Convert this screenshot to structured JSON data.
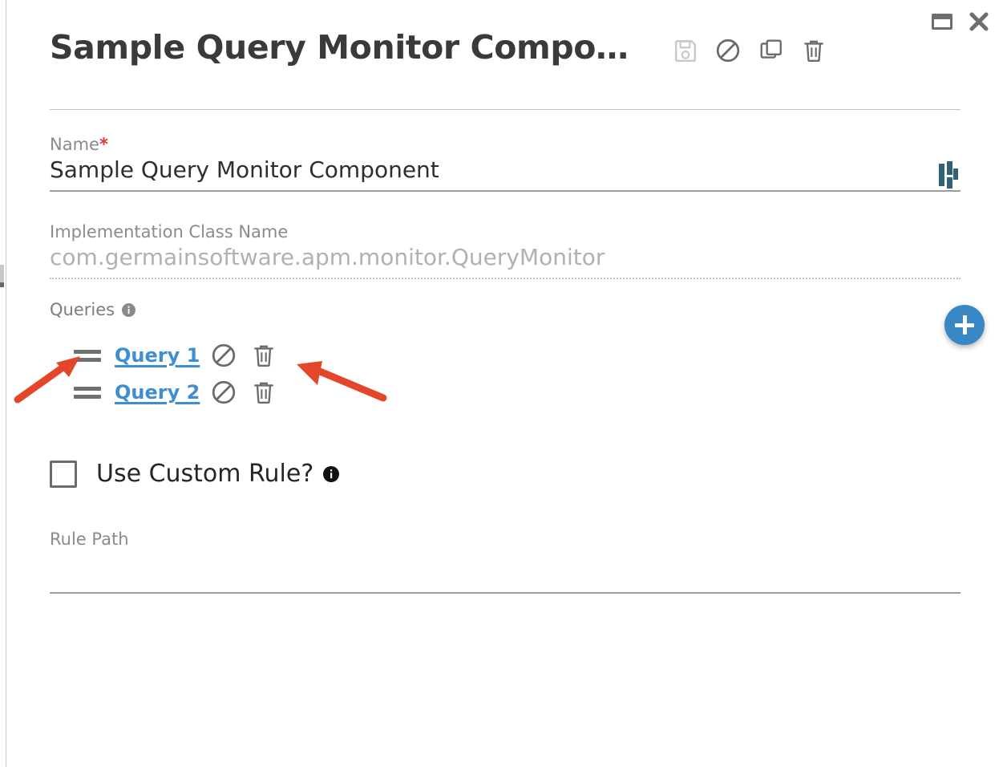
{
  "window": {
    "restore_icon": "window-restore-icon",
    "close_icon": "close-icon"
  },
  "header": {
    "title": "Sample Query Monitor Compo…",
    "title_full": "Sample Query Monitor Component",
    "actions": [
      {
        "name": "save-icon",
        "label": "Save"
      },
      {
        "name": "cancel-icon",
        "label": "Cancel"
      },
      {
        "name": "copy-icon",
        "label": "Copy"
      },
      {
        "name": "delete-icon",
        "label": "Delete"
      }
    ]
  },
  "form": {
    "name": {
      "label": "Name",
      "required_marker": "*",
      "value": "Sample Query Monitor Component",
      "brand_icon": "germain-logo-icon"
    },
    "implementation_class": {
      "label": "Implementation Class Name",
      "value": "com.germainsoftware.apm.monitor.QueryMonitor",
      "disabled": true
    },
    "queries": {
      "label": "Queries",
      "info_icon": "info-icon",
      "add_button_label": "+",
      "items": [
        {
          "label": "Query 1",
          "disable_icon": "block-icon",
          "delete_icon": "trash-icon"
        },
        {
          "label": "Query 2",
          "disable_icon": "block-icon",
          "delete_icon": "trash-icon"
        }
      ]
    },
    "custom_rule": {
      "label": "Use Custom Rule?",
      "checked": false,
      "info_icon": "info-icon"
    },
    "rule_path": {
      "label": "Rule Path",
      "value": ""
    }
  },
  "colors": {
    "link": "#3f8ed0",
    "accent": "#3788c4",
    "required": "#e03b2b",
    "annotation": "#e4462a",
    "brand": "#2e6274",
    "muted": "#8b8b8b",
    "disabled_text": "#b1b1b1"
  },
  "annotations": [
    {
      "name": "arrow-pointing-to-drag-handle",
      "color": "#e4462a",
      "direction": "up-right"
    },
    {
      "name": "arrow-pointing-to-delete-icon",
      "color": "#e4462a",
      "direction": "up-left"
    }
  ]
}
